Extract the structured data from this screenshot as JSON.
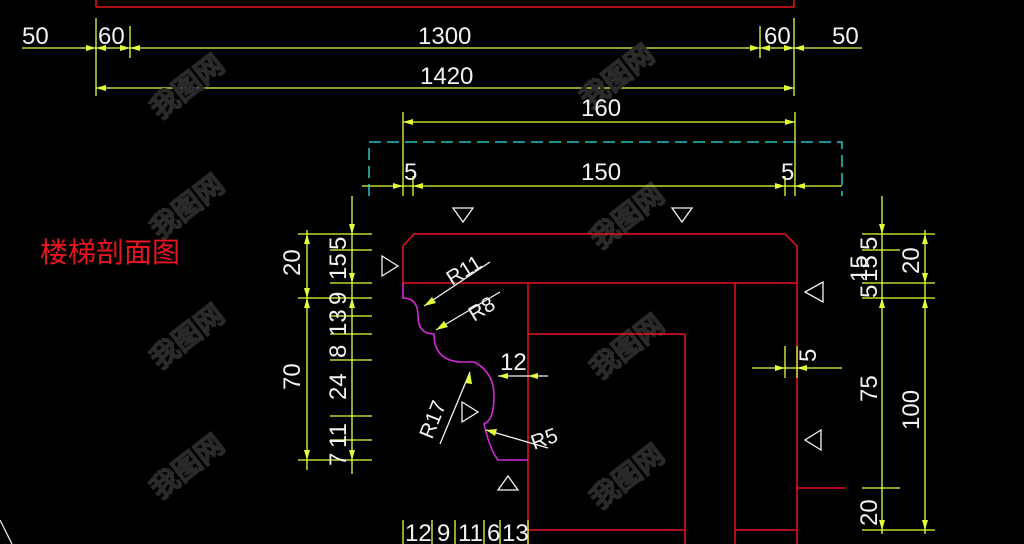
{
  "drawing": {
    "title": "楼梯剖面图",
    "watermark": "我图网",
    "colors": {
      "background": "#000000",
      "profile": "#e8141e",
      "dimension": "#e6ff3a",
      "extension": "#2ee6e6",
      "molding": "#d22ad8",
      "text": "#f2f2f2"
    }
  },
  "dims": {
    "top_50_left": "50",
    "top_60_left": "60",
    "top_1300": "1300",
    "top_60_right": "60",
    "top_50_right": "50",
    "total_1420": "1420",
    "tread_160": "160",
    "nosing_5_left": "5",
    "tread_150": "150",
    "nosing_5_right": "5",
    "left_20": "20",
    "left_15": "15",
    "left_5": "5",
    "left_9": "9",
    "left_13": "13",
    "left_8": "8",
    "left_24": "24",
    "left_70": "70",
    "left_7": "7",
    "left_11": "11",
    "right_15": "15",
    "right_5a": "5",
    "right_20_top": "20",
    "right_5b": "5",
    "right_15b": "15",
    "right_gap_5": "5",
    "right_75": "75",
    "right_100": "100",
    "right_20_bottom": "20",
    "bottom_12": "12",
    "bottom_9": "9",
    "bottom_11": "11",
    "bottom_6": "6",
    "bottom_13": "13",
    "mid_12": "12",
    "r11": "R11",
    "r8": "R8",
    "r17": "R17",
    "r5": "R5"
  }
}
